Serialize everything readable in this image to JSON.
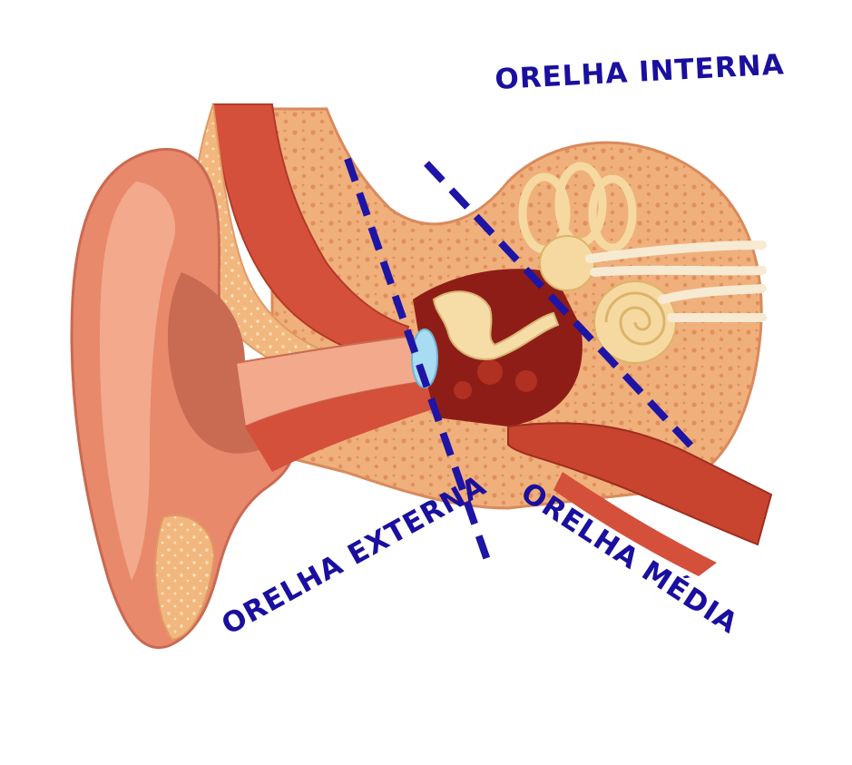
{
  "labels": {
    "inner_ear": "ORELHA INTERNA",
    "outer_ear": "ORELHA EXTERNA",
    "middle_ear": "ORELHA MÉDIA"
  },
  "colors": {
    "label": "#1a0f9e",
    "divider": "#1e14a6",
    "skin": "#e8896c",
    "skin_light": "#f2a98c",
    "skin_shadow": "#c96a52",
    "bone": "#f2b77f",
    "bone_dots": "#fbe3b8",
    "cavity": "#8e1d17",
    "muscle": "#c8442f",
    "ossicle": "#f6dca6",
    "eardrum": "#a8dcf2",
    "cochlea": "#f5d9a0",
    "nerve": "#f7ead2"
  }
}
